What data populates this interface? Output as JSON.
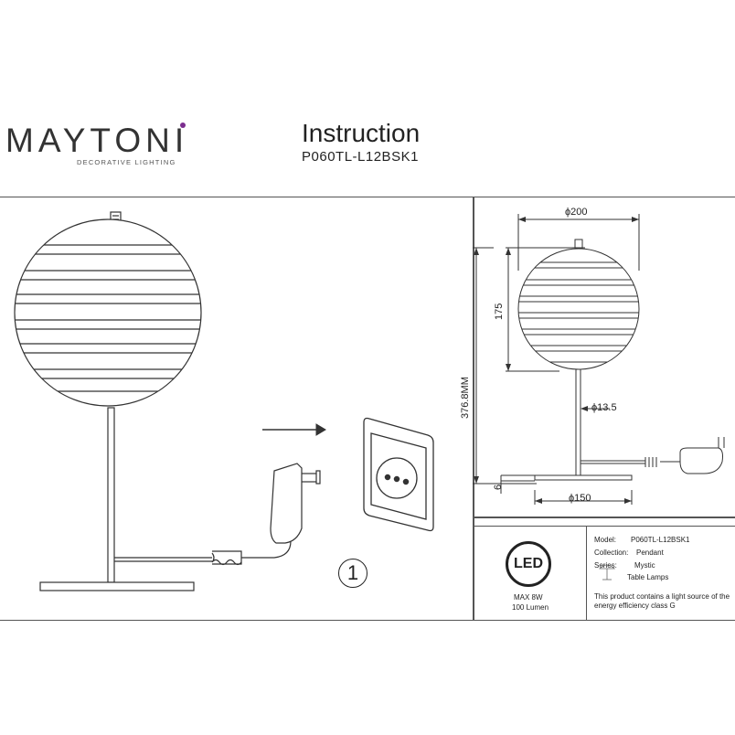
{
  "header": {
    "brand": "MAYTONI",
    "tagline": "DECORATIVE LIGHTING",
    "title": "Instruction",
    "model_code": "P060TL-L12BSK1"
  },
  "dimensions": {
    "shade_diameter": "ϕ200",
    "shade_height": "175",
    "total_height": "376.8MM",
    "stem_diameter": "ϕ13.5",
    "base_thickness": "6",
    "base_diameter": "ϕ150"
  },
  "step": {
    "number": "1"
  },
  "led_badge": {
    "label": "LED",
    "power": "MAX 8W",
    "lumen": "100 Lumen"
  },
  "specs": [
    {
      "key": "Model:",
      "value": "P060TL-L12BSK1"
    },
    {
      "key": "Collection:",
      "value": "Pendant"
    },
    {
      "key": "Series:",
      "value": "Mystic"
    },
    {
      "key": "",
      "value": "Table Lamps"
    }
  ],
  "note": "This product contains a light source of the energy efficiency class G",
  "colors": {
    "line": "#333333",
    "accent": "#7b2d8e"
  }
}
